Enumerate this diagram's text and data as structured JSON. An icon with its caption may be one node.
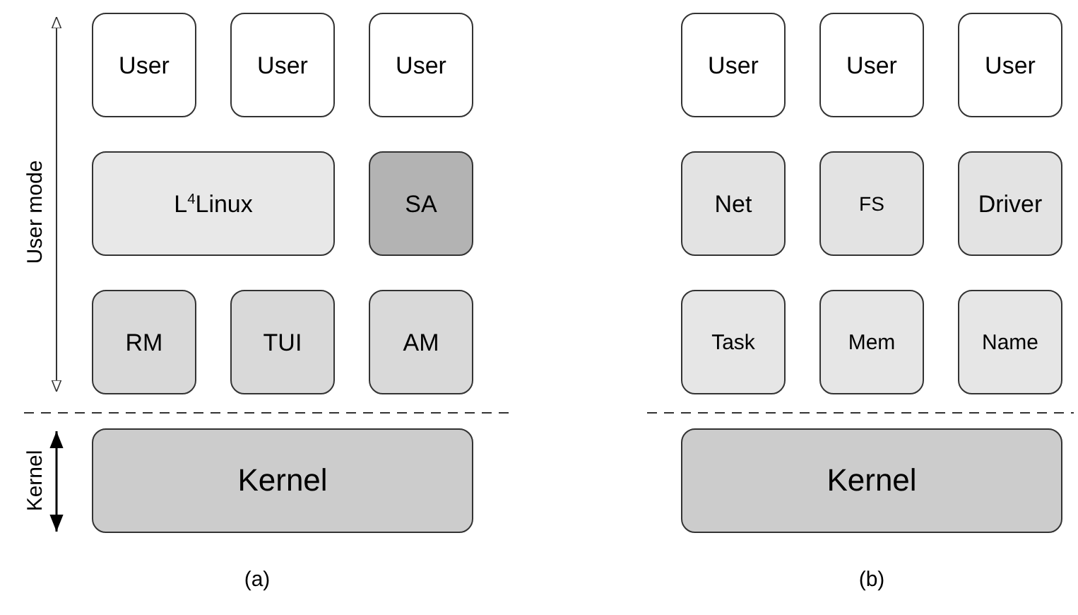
{
  "diagram": {
    "nodes": [
      {
        "text": [
          "User"
        ]
      },
      {
        "text": [
          "User"
        ]
      },
      {
        "text": [
          "User"
        ]
      },
      {
        "text": [
          "L$^{4}$Linux"
        ]
      },
      {
        "text": [
          "SA"
        ]
      },
      {
        "text": [
          "RM"
        ]
      },
      {
        "text": [
          "TUI"
        ]
      },
      {
        "text": [
          "AM"
        ]
      },
      {
        "text": [
          "Kernel"
        ]
      },
      {
        "text": [
          "User"
        ]
      },
      {
        "text": [
          "User"
        ]
      },
      {
        "text": [
          "User"
        ]
      },
      {
        "text": [
          "Net"
        ]
      },
      {
        "text": [
          "FS"
        ]
      },
      {
        "text": [
          "Driver"
        ]
      },
      {
        "text": [
          "Task"
        ]
      },
      {
        "text": [
          "Mem"
        ]
      },
      {
        "text": [
          "Name"
        ]
      },
      {
        "text": [
          "Kernel"
        ]
      }
    ],
    "labels": [
      "User mode",
      "Kernel",
      "(a)",
      "(b)"
    ]
  }
}
